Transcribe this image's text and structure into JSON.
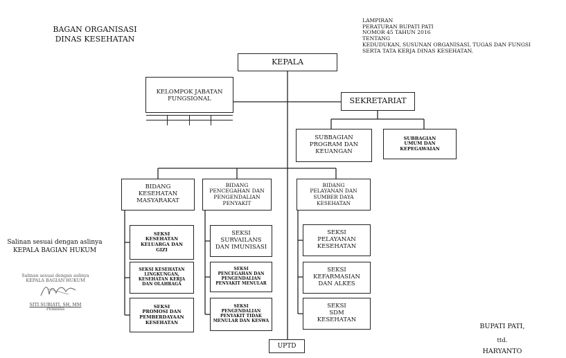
{
  "doc_title": "BAGAN ORGANISASI\nDINAS KESEHATAN",
  "appendix": "LAMPIRAN\nPERATURAN BUPATI PATI\nNOMOR 45 TAHUN 2016\nTENTANG\nKEDUDUKAN, SUSUNAN ORGANISASI, TUGAS DAN FUNGSI\nSERTA TATA KERJA DINAS KESEHATAN.",
  "boxes": {
    "kepala": "KEPALA",
    "kelompok": "KELOMPOK JABATAN\nFUNGSIONAL",
    "sekretariat": "SEKRETARIAT",
    "subbag_program": "SUBBAGIAN\nPROGRAM DAN\nKEUANGAN",
    "subbag_umum": "SUBBAGIAN\nUMUM DAN\nKEPEGAWAIAN",
    "bidang_kesmas": "BIDANG\nKESEHATAN\nMASYARAKAT",
    "bidang_p2p": "BIDANG\nPENCEGAHAN DAN\nPENGENDALIAN\nPENYAKIT",
    "bidang_yankes": "BIDANG\nPELAYANAN DAN\nSUMBER DAYA\nKESEHATAN",
    "seksi_kesga": "SEKSI\nKESEHATAN\nKELUARGA DAN\nGIZI",
    "seksi_kesling": "SEKSI KESEHATAN\nLINGKUNGAN,\nKESEHATAN KERJA\nDAN OLAHRAGA",
    "seksi_promkes": "SEKSI\nPROMOSI DAN\nPEMBERDAYAAN\nKESEHATAN",
    "seksi_surveilans": "SEKSI\nSURVAILANS\nDAN IMUNISASI",
    "seksi_p2pm": "SEKSI\nPENCEGAHAN DAN\nPENGENDALIAN\nPENYAKIT MENULAR",
    "seksi_p2ptm": "SEKSI\nPENGENDALIAN\nPENYAKIT TIDAK\nMENULAR DAN KESWA",
    "seksi_pelayanan": "SEKSI\nPELAYANAN\nKESEHATAN",
    "seksi_farmasi": "SEKSI\nKEFARMASIAN\nDAN ALKES",
    "seksi_sdm": "SEKSI\nSDM\nKESEHATAN",
    "uptd": "UPTD"
  },
  "stamp": {
    "line1": "Salinan sesuai dengan aslinya",
    "line2": "KEPALA BAGIAN HUKUM",
    "small1": "Salinan sesuai dengan aslinya",
    "small2": "KEPALA BAGIAN HUKUM",
    "name": "SITI SUBIATI, SH, MM",
    "rank": "Pembina"
  },
  "signature": {
    "title": "BUPATI PATI,",
    "ttd": "ttd.",
    "name": "HARYANTO"
  }
}
